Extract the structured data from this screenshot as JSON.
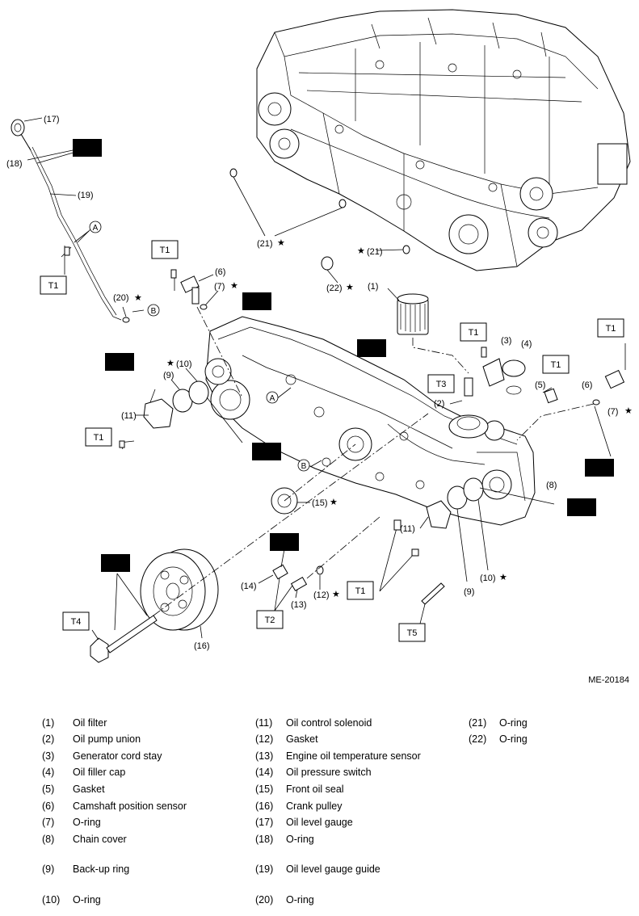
{
  "figure_id": "ME-20184",
  "callouts": {
    "c1": "(1)",
    "c2": "(2)",
    "c3": "(3)",
    "c4": "(4)",
    "c5": "(5)",
    "c6a": "(6)",
    "c6b": "(6)",
    "c7a": "(7)",
    "c7b": "(7)",
    "c8": "(8)",
    "c9a": "(9)",
    "c9b": "(9)",
    "c10a": "(10)",
    "c10b": "(10)",
    "c11a": "(11)",
    "c11b": "(11)",
    "c12": "(12)",
    "c13": "(13)",
    "c14": "(14)",
    "c15": "(15)",
    "c16": "(16)",
    "c17": "(17)",
    "c18": "(18)",
    "c19": "(19)",
    "c20": "(20)",
    "c21a": "(21)",
    "c21b": "(21)",
    "c22": "(22)"
  },
  "markers": {
    "a1": "A",
    "a2": "A",
    "b1": "B",
    "b2": "B"
  },
  "star": "★",
  "torque_labels": {
    "t1_gauge": "T1",
    "t1_cam": "T1",
    "t1_solenoid": "T1",
    "t1_stay": "T1",
    "t1_switch": "T1",
    "t1_cam_right": "T1",
    "t1_bottom": "T1",
    "t2": "T2",
    "t3": "T3",
    "t4": "T4",
    "t5": "T5"
  },
  "icons": [
    "oil-can-icon",
    "oil-can-icon",
    "oil-can-icon",
    "oil-can-icon",
    "oil-can-icon",
    "oil-can-icon",
    "oil-can-icon",
    "sealant-icon"
  ],
  "legend": [
    {
      "num": "(1)",
      "name": "Oil filter"
    },
    {
      "num": "(2)",
      "name": "Oil pump union"
    },
    {
      "num": "(3)",
      "name": "Generator cord stay"
    },
    {
      "num": "(4)",
      "name": "Oil filler cap"
    },
    {
      "num": "(5)",
      "name": "Gasket"
    },
    {
      "num": "(6)",
      "name": "Camshaft position sensor"
    },
    {
      "num": "(7)",
      "name": "O-ring"
    },
    {
      "num": "(8)",
      "name": "Chain cover"
    },
    {
      "num": "(9)",
      "name": "Back-up ring"
    },
    {
      "num": "(10)",
      "name": "O-ring"
    },
    {
      "num": "(11)",
      "name": "Oil control solenoid"
    },
    {
      "num": "(12)",
      "name": "Gasket"
    },
    {
      "num": "(13)",
      "name": "Engine oil temperature sensor"
    },
    {
      "num": "(14)",
      "name": "Oil pressure switch"
    },
    {
      "num": "(15)",
      "name": "Front oil seal"
    },
    {
      "num": "(16)",
      "name": "Crank pulley"
    },
    {
      "num": "(17)",
      "name": "Oil level gauge"
    },
    {
      "num": "(18)",
      "name": "O-ring"
    },
    {
      "num": "(19)",
      "name": "Oil level gauge guide"
    },
    {
      "num": "(20)",
      "name": "O-ring"
    },
    {
      "num": "(21)",
      "name": "O-ring"
    },
    {
      "num": "(22)",
      "name": "O-ring"
    }
  ]
}
